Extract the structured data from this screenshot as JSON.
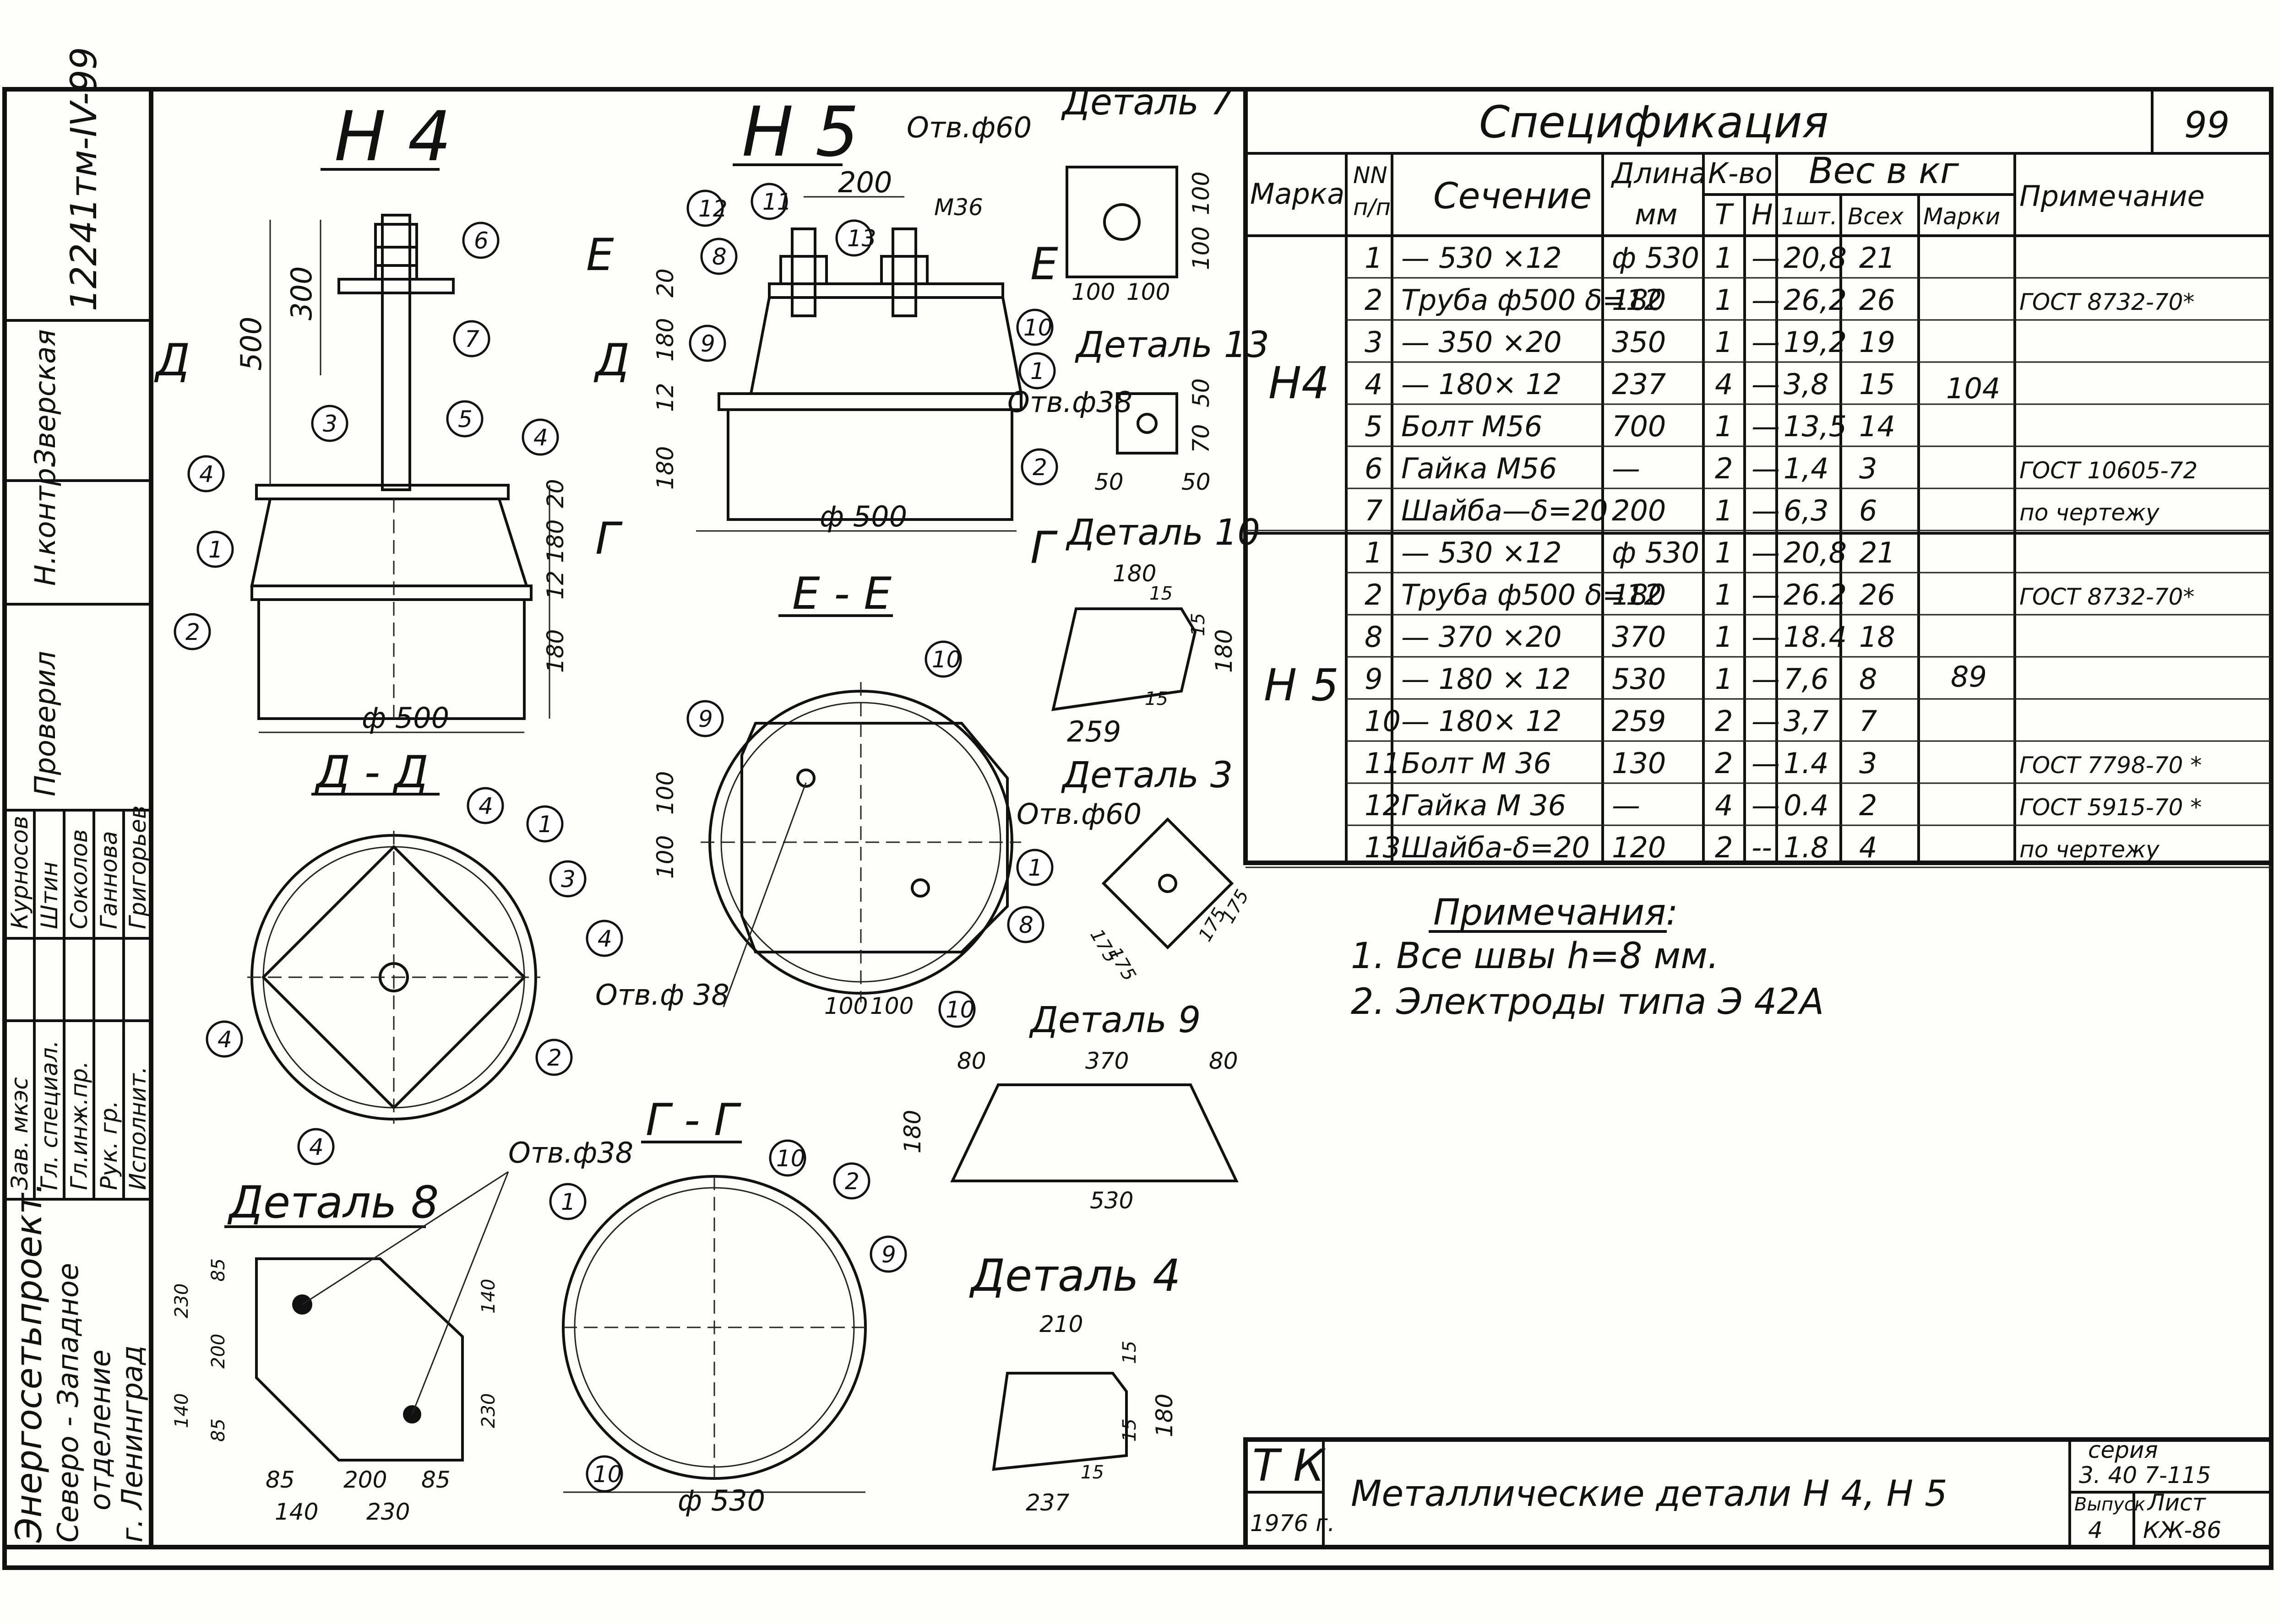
{
  "sheet_number": "99",
  "stamp_code": "12241тм-IV-99",
  "views": {
    "h4": "Н 4",
    "h5": "Н 5",
    "dd": "Д - Д",
    "ee": "Е - Е",
    "gg": "Г - Г"
  },
  "details": {
    "d7": "Деталь 7",
    "d13": "Деталь 13",
    "d10": "Деталь 10",
    "d3": "Деталь 3",
    "d9": "Деталь 9",
    "d8": "Деталь 8",
    "d4": "Деталь 4"
  },
  "holes": {
    "f60": "Отв.ф60",
    "f38": "Отв.ф38",
    "f38b": "Отв.ф 38"
  },
  "section_marks": {
    "d": "Д",
    "e": "Е",
    "g": "Г"
  },
  "dims": {
    "h4_300": "300",
    "h4_500": "500",
    "h4_20": "20",
    "h4_180a": "180",
    "h4_12": "12",
    "h4_180b": "180",
    "h4_dia": "ф 500",
    "h5_200": "200",
    "h5_m36": "М36",
    "h5_20": "20",
    "h5_180a": "180",
    "h5_12": "12",
    "h5_180b": "180",
    "h5_dia": "ф 500",
    "d7_100a": "100",
    "d7_100b": "100",
    "d7_100c": "100",
    "d7_100d": "100",
    "d13_50a": "50",
    "d13_50b": "50",
    "d13_70": "70",
    "d13_50c": "50",
    "d10_180": "180",
    "d10_15a": "15",
    "d10_15b": "15",
    "d10_180v": "180",
    "d10_15c": "15",
    "d10_259": "259",
    "ee_100a": "100",
    "ee_100b": "100",
    "ee_100c": "100",
    "ee_100d": "100",
    "d3_175a": "175",
    "d3_175b": "175",
    "d3_175c": "175",
    "d3_175d": "175",
    "d9_80a": "80",
    "d9_370": "370",
    "d9_80b": "80",
    "d9_180": "180",
    "d9_530": "530",
    "d8_85a": "85",
    "d8_230a": "230",
    "d8_200a": "200",
    "d8_140a": "140",
    "d8_85b": "85",
    "d8_140v": "140",
    "d8_230v": "230",
    "d8_85c": "85",
    "d8_200b": "200",
    "d8_85d": "85",
    "d8_140b": "140",
    "d8_230b": "230",
    "gg_dia": "ф 530",
    "d4_210": "210",
    "d4_15a": "15",
    "d4_15b": "15",
    "d4_180": "180",
    "d4_15c": "15",
    "d4_237": "237"
  },
  "spec": {
    "title": "Спецификация",
    "headers": {
      "marka": "Марка",
      "nn": "NN",
      "pp": "п/п",
      "section": "Сечение",
      "length": "Длина",
      "mm": "мм",
      "qty": "К-во",
      "t": "Т",
      "n": "Н",
      "weight": "Вес в кг",
      "one": "1шт.",
      "all": "Всех",
      "mark": "Марки",
      "note": "Примечание"
    },
    "groups": [
      {
        "mark": "Н4",
        "weight": "104",
        "rows": [
          [
            "1",
            "— 530 ×12",
            "ф 530",
            "1",
            "—",
            "20,8",
            "21",
            ""
          ],
          [
            "2",
            "Труба ф500 δ=12",
            "180",
            "1",
            "—",
            "26,2",
            "26",
            "ГОСТ 8732-70*"
          ],
          [
            "3",
            "— 350 ×20",
            "350",
            "1",
            "—",
            "19,2",
            "19",
            ""
          ],
          [
            "4",
            "— 180× 12",
            "237",
            "4",
            "—",
            "3,8",
            "15",
            ""
          ],
          [
            "5",
            "Болт М56",
            "700",
            "1",
            "—",
            "13,5",
            "14",
            ""
          ],
          [
            "6",
            "Гайка М56",
            "—",
            "2",
            "—",
            "1,4",
            "3",
            "ГОСТ 10605-72"
          ],
          [
            "7",
            "Шайба—δ=20",
            "200",
            "1",
            "—",
            "6,3",
            "6",
            "по чертежу"
          ]
        ]
      },
      {
        "mark": "Н 5",
        "weight": "89",
        "rows": [
          [
            "1",
            "— 530 ×12",
            "ф 530",
            "1",
            "—",
            "20,8",
            "21",
            ""
          ],
          [
            "2",
            "Труба ф500 δ=12",
            "180",
            "1",
            "—",
            "26.2",
            "26",
            "ГОСТ 8732-70*"
          ],
          [
            "8",
            "— 370 ×20",
            "370",
            "1",
            "—",
            "18.4",
            "18",
            ""
          ],
          [
            "9",
            "— 180 × 12",
            "530",
            "1",
            "—",
            "7,6",
            "8",
            ""
          ],
          [
            "10",
            "— 180× 12",
            "259",
            "2",
            "—",
            "3,7",
            "7",
            ""
          ],
          [
            "11",
            "Болт М 36",
            "130",
            "2",
            "—",
            "1.4",
            "3",
            "ГОСТ 7798-70 *"
          ],
          [
            "12",
            "Гайка М 36",
            "—",
            "4",
            "—",
            "0.4",
            "2",
            "ГОСТ 5915-70 *"
          ],
          [
            "13",
            "Шайба-δ=20",
            "120",
            "2",
            "--",
            "1.8",
            "4",
            "по чертежу"
          ]
        ]
      }
    ]
  },
  "notes": {
    "title": "Примечания:",
    "items": [
      "1. Все швы h=8 мм.",
      "2. Электроды типа Э 42А"
    ]
  },
  "title_block": {
    "tk": "Т К",
    "year": "1976 г.",
    "title": "Металлические детали Н 4, Н 5",
    "series_label": "серия",
    "series": "3. 40 7-115",
    "issue_label": "Выпуск",
    "issue": "4",
    "sheet_label": "Лист",
    "sheet": "КЖ-86"
  },
  "side_stamp": {
    "org": "Энергосетьпроект.",
    "branch1": "Северо - Западное",
    "branch2": "отделение",
    "city": "г. Ленинград",
    "roles": [
      "Зав. мкэс",
      "Гл. специал.",
      "Гл.инж.пр.",
      "Рук. гр.",
      "Исполнит."
    ],
    "names": [
      "Курносов",
      "Штин",
      "Соколов",
      "Ганнова",
      "Григорьев"
    ],
    "checked": "Проверил",
    "norm": "Н.контр.",
    "inv": "Зверская"
  },
  "callouts": [
    "1",
    "2",
    "3",
    "4",
    "5",
    "6",
    "7",
    "8",
    "9",
    "10",
    "11",
    "12",
    "13"
  ]
}
